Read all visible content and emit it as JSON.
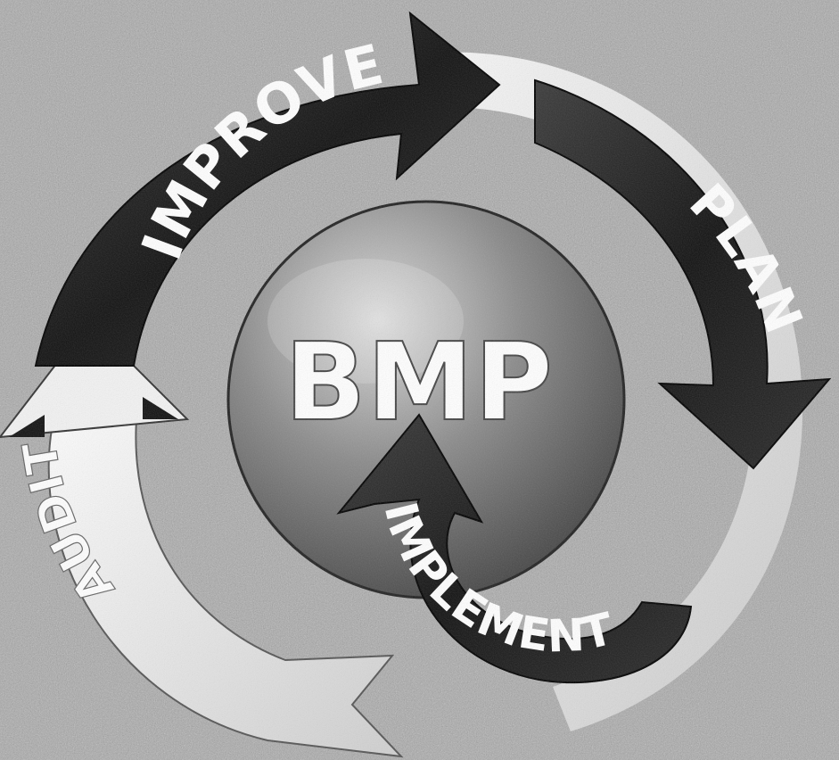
{
  "diagram": {
    "center_label": "BMP",
    "cycle_steps": [
      {
        "id": "improve",
        "label": "IMPROVE"
      },
      {
        "id": "plan",
        "label": "PLAN"
      },
      {
        "id": "implement",
        "label": "IMPLEMENT"
      },
      {
        "id": "audit",
        "label": "AUDIT"
      }
    ]
  },
  "colors": {
    "background": "#a9a9a9",
    "dark_arrow": "#1b1b1b",
    "light_arrow": "#f4f4f4",
    "sphere": "#7a7a7a",
    "text_light": "#ffffff",
    "text_dark": "#222222"
  }
}
